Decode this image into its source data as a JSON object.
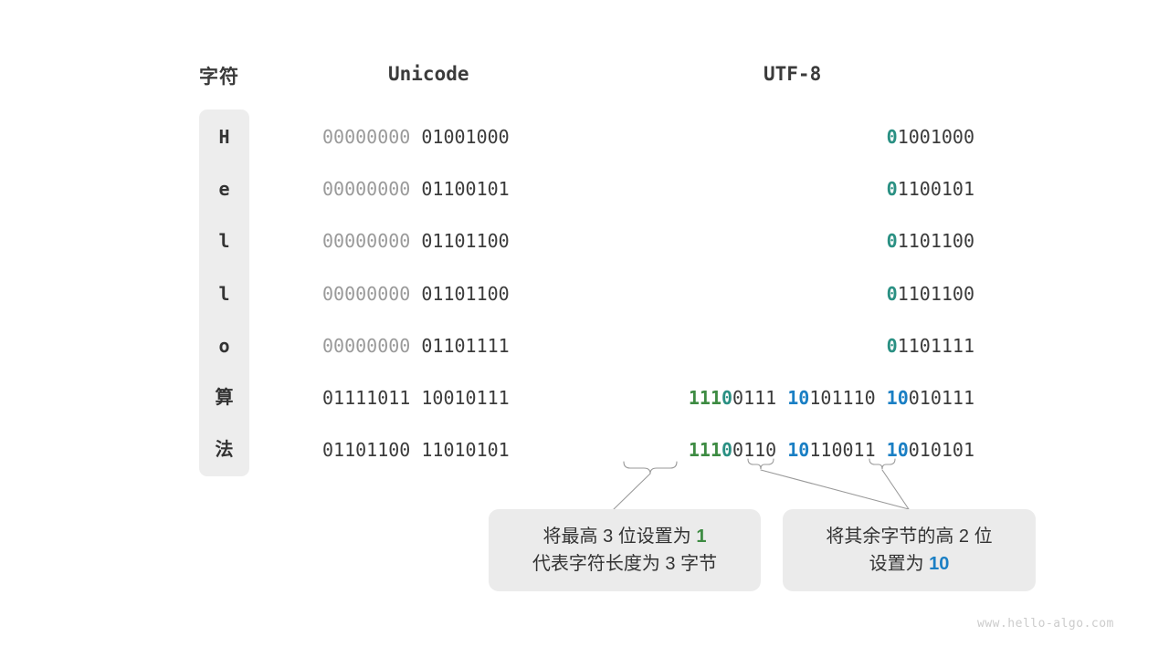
{
  "watermark": "www.hello-algo.com",
  "headers": {
    "character": "字符",
    "unicode": "Unicode",
    "utf8": "UTF-8"
  },
  "rows": [
    {
      "char": "H",
      "char_kind": "ascii",
      "unicode_high": "00000000",
      "unicode_low": "01001000",
      "utf8": [
        {
          "prefix": "0",
          "prefix_color": "teal",
          "body": "1001000"
        }
      ]
    },
    {
      "char": "e",
      "char_kind": "ascii",
      "unicode_high": "00000000",
      "unicode_low": "01100101",
      "utf8": [
        {
          "prefix": "0",
          "prefix_color": "teal",
          "body": "1100101"
        }
      ]
    },
    {
      "char": "l",
      "char_kind": "ascii",
      "unicode_high": "00000000",
      "unicode_low": "01101100",
      "utf8": [
        {
          "prefix": "0",
          "prefix_color": "teal",
          "body": "1101100"
        }
      ]
    },
    {
      "char": "l",
      "char_kind": "ascii",
      "unicode_high": "00000000",
      "unicode_low": "01101100",
      "utf8": [
        {
          "prefix": "0",
          "prefix_color": "teal",
          "body": "1101100"
        }
      ]
    },
    {
      "char": "o",
      "char_kind": "ascii",
      "unicode_high": "00000000",
      "unicode_low": "01101111",
      "utf8": [
        {
          "prefix": "0",
          "prefix_color": "teal",
          "body": "1101111"
        }
      ]
    },
    {
      "char": "算",
      "char_kind": "cjk",
      "unicode_high": "01111011",
      "unicode_low": "10010111",
      "utf8": [
        {
          "prefix": "111",
          "prefix_color": "green",
          "prefix2": "0",
          "prefix2_color": "teal",
          "body": "0111"
        },
        {
          "prefix": "10",
          "prefix_color": "blue",
          "body": "101110"
        },
        {
          "prefix": "10",
          "prefix_color": "blue",
          "body": "010111"
        }
      ]
    },
    {
      "char": "法",
      "char_kind": "cjk",
      "unicode_high": "01101100",
      "unicode_low": "11010101",
      "utf8": [
        {
          "prefix": "111",
          "prefix_color": "green",
          "prefix2": "0",
          "prefix2_color": "teal",
          "body": "0110"
        },
        {
          "prefix": "10",
          "prefix_color": "blue",
          "body": "110011"
        },
        {
          "prefix": "10",
          "prefix_color": "blue",
          "body": "010101"
        }
      ]
    }
  ],
  "notes": [
    {
      "id": "note-1",
      "lines": [
        [
          {
            "t": "将最高 3 位设置为 "
          },
          {
            "t": "1",
            "hl": "green"
          }
        ],
        [
          {
            "t": "代表字符长度为 3 字节"
          }
        ]
      ]
    },
    {
      "id": "note-2",
      "lines": [
        [
          {
            "t": "将其余字节的高 2 位"
          }
        ],
        [
          {
            "t": "设置为 "
          },
          {
            "t": "10",
            "hl": "blue"
          }
        ]
      ]
    }
  ],
  "colors": {
    "leading_zero_teal": "#2a9083",
    "length_prefix_green": "#3d8b42",
    "continuation_blue": "#1a7fc4",
    "dim_gray": "#9a9a9a",
    "dark_gray": "#3b3b3b",
    "pill_bg": "#ededed",
    "note_bg": "#ebebeb"
  }
}
